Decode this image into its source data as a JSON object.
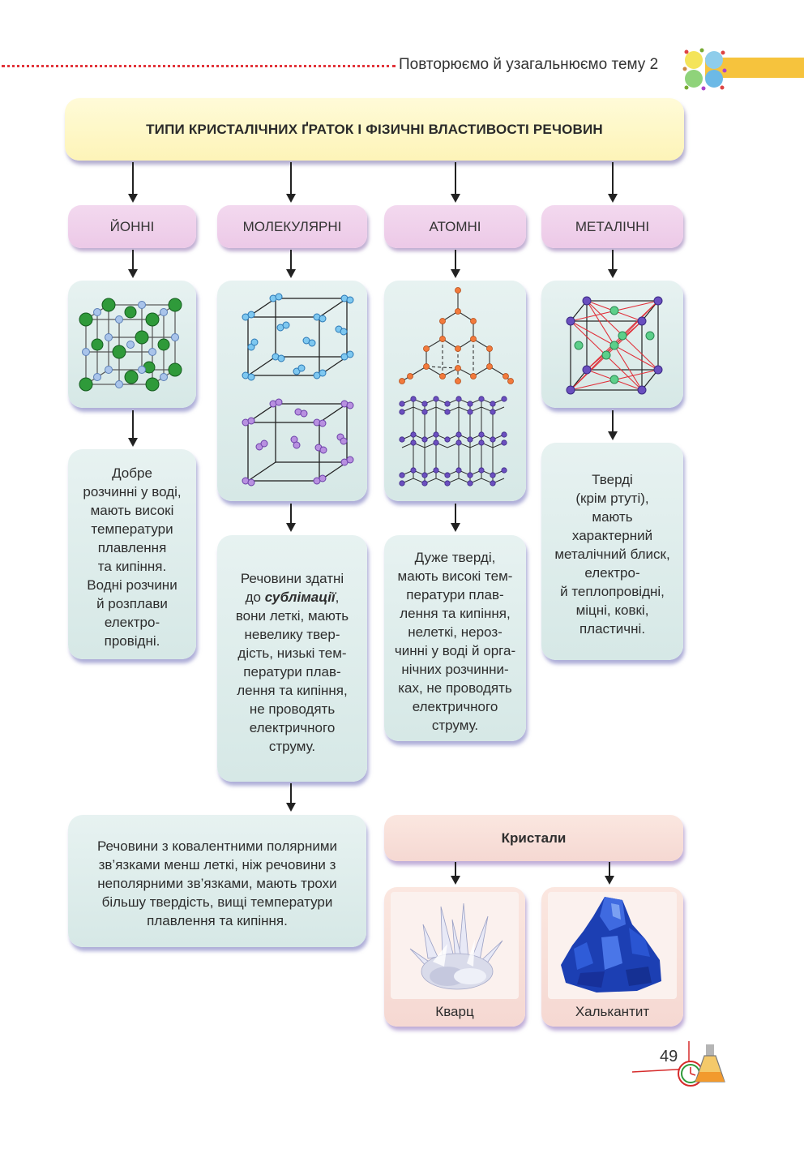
{
  "header": {
    "section_title": "Повторюємо й узагальнюємо тему 2"
  },
  "title": "ТИПИ КРИСТАЛІЧНИХ ҐРАТОК  І  ФІЗИЧНІ ВЛАСТИВОСТІ РЕЧОВИН",
  "types": {
    "ionic": "ЙОННІ",
    "molecular": "МОЛЕКУЛЯРНІ",
    "atomic": "АТОМНІ",
    "metallic": "МЕТАЛІЧНІ"
  },
  "properties": {
    "ionic": [
      "Добре",
      "розчинні у воді,",
      "мають високі",
      "температури",
      "плавлення",
      "та кипіння.",
      "Водні розчини",
      "й розплави",
      "електро-",
      "провідні."
    ],
    "molecular": {
      "line1": "Речовини здатні",
      "pre": "до ",
      "bold": "сублімації",
      "post": ",",
      "rest": [
        "вони леткі, мають",
        "невелику твер-",
        "дість, низькі тем-",
        "ператури плав-",
        "лення та кипіння,",
        "не проводять",
        "електричного",
        "струму."
      ]
    },
    "atomic": [
      "Дуже тверді,",
      "мають високі  тем-",
      "ператури плав-",
      "лення та кипіння,",
      "нелеткі, нероз-",
      "чинні у воді й орга-",
      "нічних розчинни-",
      "ках, не проводять",
      "електричного",
      "струму."
    ],
    "metallic": [
      "Тверді",
      "(крім ртуті),",
      "мають",
      "характерний",
      "металічний блиск,",
      "електро-",
      "й теплопровідні,",
      "міцні, ковкі,",
      "пластичні."
    ]
  },
  "polar_note": [
    "Речовини з ковалентними полярними",
    "зв’язками менш леткі, ніж речовини з",
    "неполярними зв’язками, мають трохи",
    "більшу твердість, вищі температури",
    "плавлення та кипіння."
  ],
  "crystals": {
    "title": "Кристали",
    "quartz": "Кварц",
    "chalcanthite": "Халькантит"
  },
  "page_number": "49",
  "colors": {
    "title_bg": "#fdf4b8",
    "type_bg": "#ecc9e7",
    "panel_bg": "#d6e8e6",
    "crystal_bg": "#f5d8d2",
    "header_dots": "#e2343a",
    "header_bar": "#f6c33d"
  }
}
